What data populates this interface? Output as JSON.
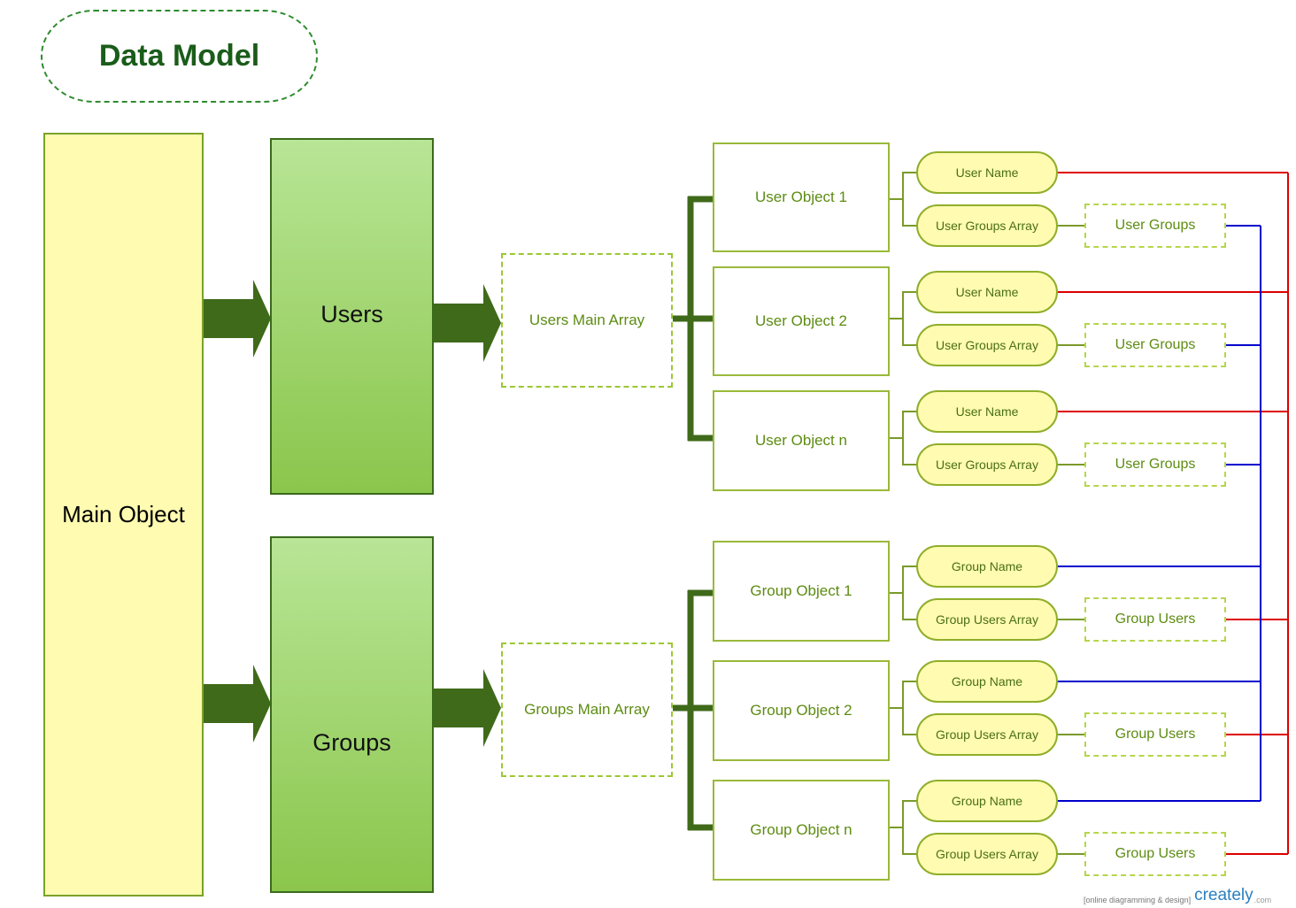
{
  "title": "Data Model",
  "main_object": "Main Object",
  "users_box": "Users",
  "groups_box": "Groups",
  "users_main_array": "Users Main Array",
  "groups_main_array": "Groups Main Array",
  "user_objects": [
    {
      "label": "User Object 1",
      "name_field": "User Name",
      "array_field": "User Groups Array",
      "ref": "User Groups"
    },
    {
      "label": "User Object 2",
      "name_field": "User Name",
      "array_field": "User Groups Array",
      "ref": "User Groups"
    },
    {
      "label": "User Object n",
      "name_field": "User Name",
      "array_field": "User Groups Array",
      "ref": "User Groups"
    }
  ],
  "group_objects": [
    {
      "label": "Group Object 1",
      "name_field": "Group Name",
      "array_field": "Group Users Array",
      "ref": "Group Users"
    },
    {
      "label": "Group Object 2",
      "name_field": "Group Name",
      "array_field": "Group Users Array",
      "ref": "Group Users"
    },
    {
      "label": "Group Object n",
      "name_field": "Group Name",
      "array_field": "Group Users Array",
      "ref": "Group Users"
    }
  ],
  "watermark": {
    "tagline": "[online diagramming & design]",
    "logo": "creately",
    "suffix": ".com"
  },
  "colors": {
    "arrow": "#3f6a1a",
    "bracket": "#3f6a1a",
    "field_connector": "#7a9a2a",
    "user_name_link": "#dd0000",
    "group_link": "#0000cc"
  }
}
